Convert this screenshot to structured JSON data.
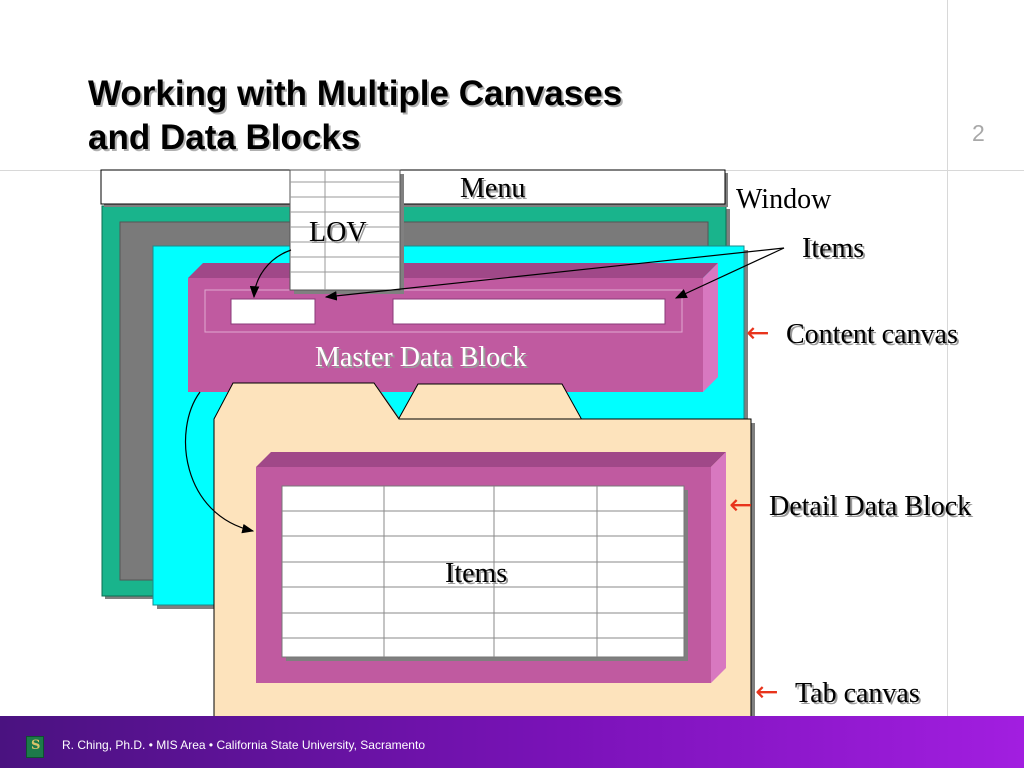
{
  "slide": {
    "title_line1": "Working with Multiple Canvases",
    "title_line2": "and Data Blocks",
    "page_number": "2",
    "footer": "R. Ching, Ph.D. • MIS Area  • California State University, Sacramento"
  },
  "diagram": {
    "menu_label": "Menu",
    "window_label": "Window",
    "lov_label": "LOV",
    "items_top_label": "Items",
    "content_canvas_label": "Content canvas",
    "master_block_label": "Master Data Block",
    "detail_block_label": "Detail Data Block",
    "items_grid_label": "Items",
    "tab_canvas_label": "Tab canvas",
    "pointer_glyph": "←"
  },
  "colors": {
    "window_green": "#19b48c",
    "gray_canvas": "#7a7a7a",
    "content_cyan": "#00ffff",
    "block_magenta": "#c05aa0",
    "tab_peach": "#fde3bc",
    "pointer_red": "#e8341c",
    "footer_purple": "#7a12b8"
  }
}
